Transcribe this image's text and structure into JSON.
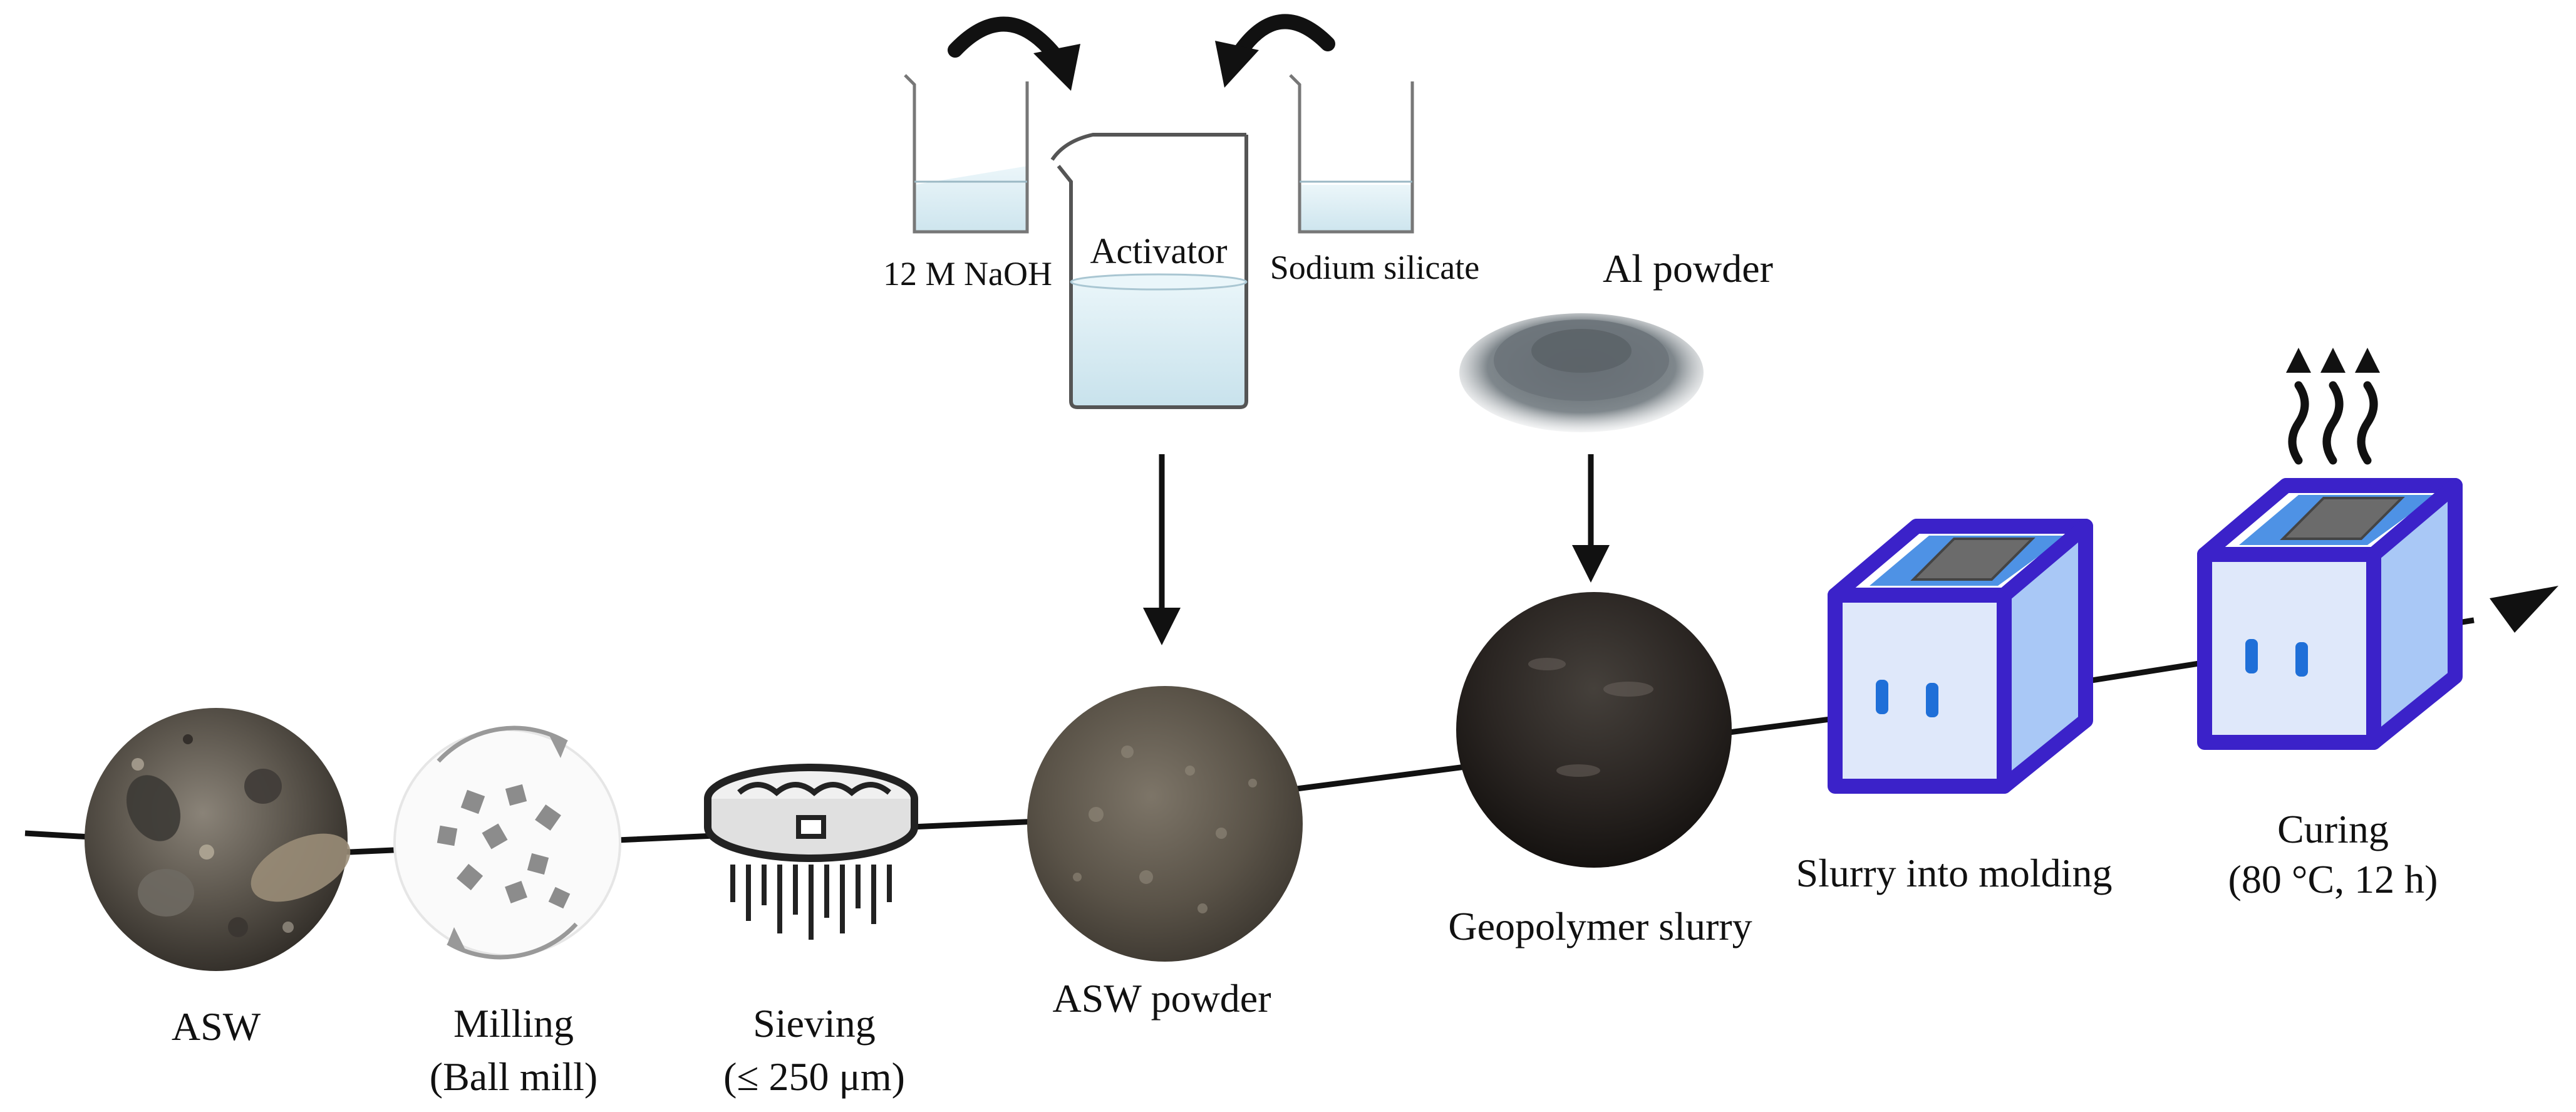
{
  "colors": {
    "line": "#111111",
    "cube_frame": "#3b22c9",
    "cube_face_light": "#dfe8fa",
    "cube_face_right": "#a9c8f6",
    "cube_top_glow": "#2f7fe0",
    "cube_top_inner": "#8fa0ad",
    "cube_top_plate": "#6b6b6b",
    "liquid": "#d6ecf3",
    "glass_edge": "#777777"
  },
  "labels": {
    "asw": "ASW",
    "milling": "Milling",
    "milling_sub": "(Ball mill)",
    "sieving": "Sieving",
    "sieving_sub": "(≤ 250 μm)",
    "asw_powder": "ASW powder",
    "geopolymer_slurry": "Geopolymer slurry",
    "slurry_molding": "Slurry into molding",
    "curing": "Curing",
    "curing_sub": "(80 °C, 12 h)",
    "naoh": "12 M NaOH",
    "activator": "Activator",
    "sodium_silicate": "Sodium silicate",
    "al_powder": "Al powder"
  },
  "icons": {
    "asw": "rock-debris-photo-icon",
    "milling": "ball-mill-icon",
    "sieving": "sieve-icon",
    "asw_powder": "powder-photo-icon",
    "geopolymer_slurry": "slurry-photo-icon",
    "al_powder": "powder-pile-icon",
    "beaker": "beaker-icon",
    "mold": "mold-cube-icon",
    "heat": "heat-waves-icon",
    "curved_arrow": "curved-arrow-icon"
  }
}
